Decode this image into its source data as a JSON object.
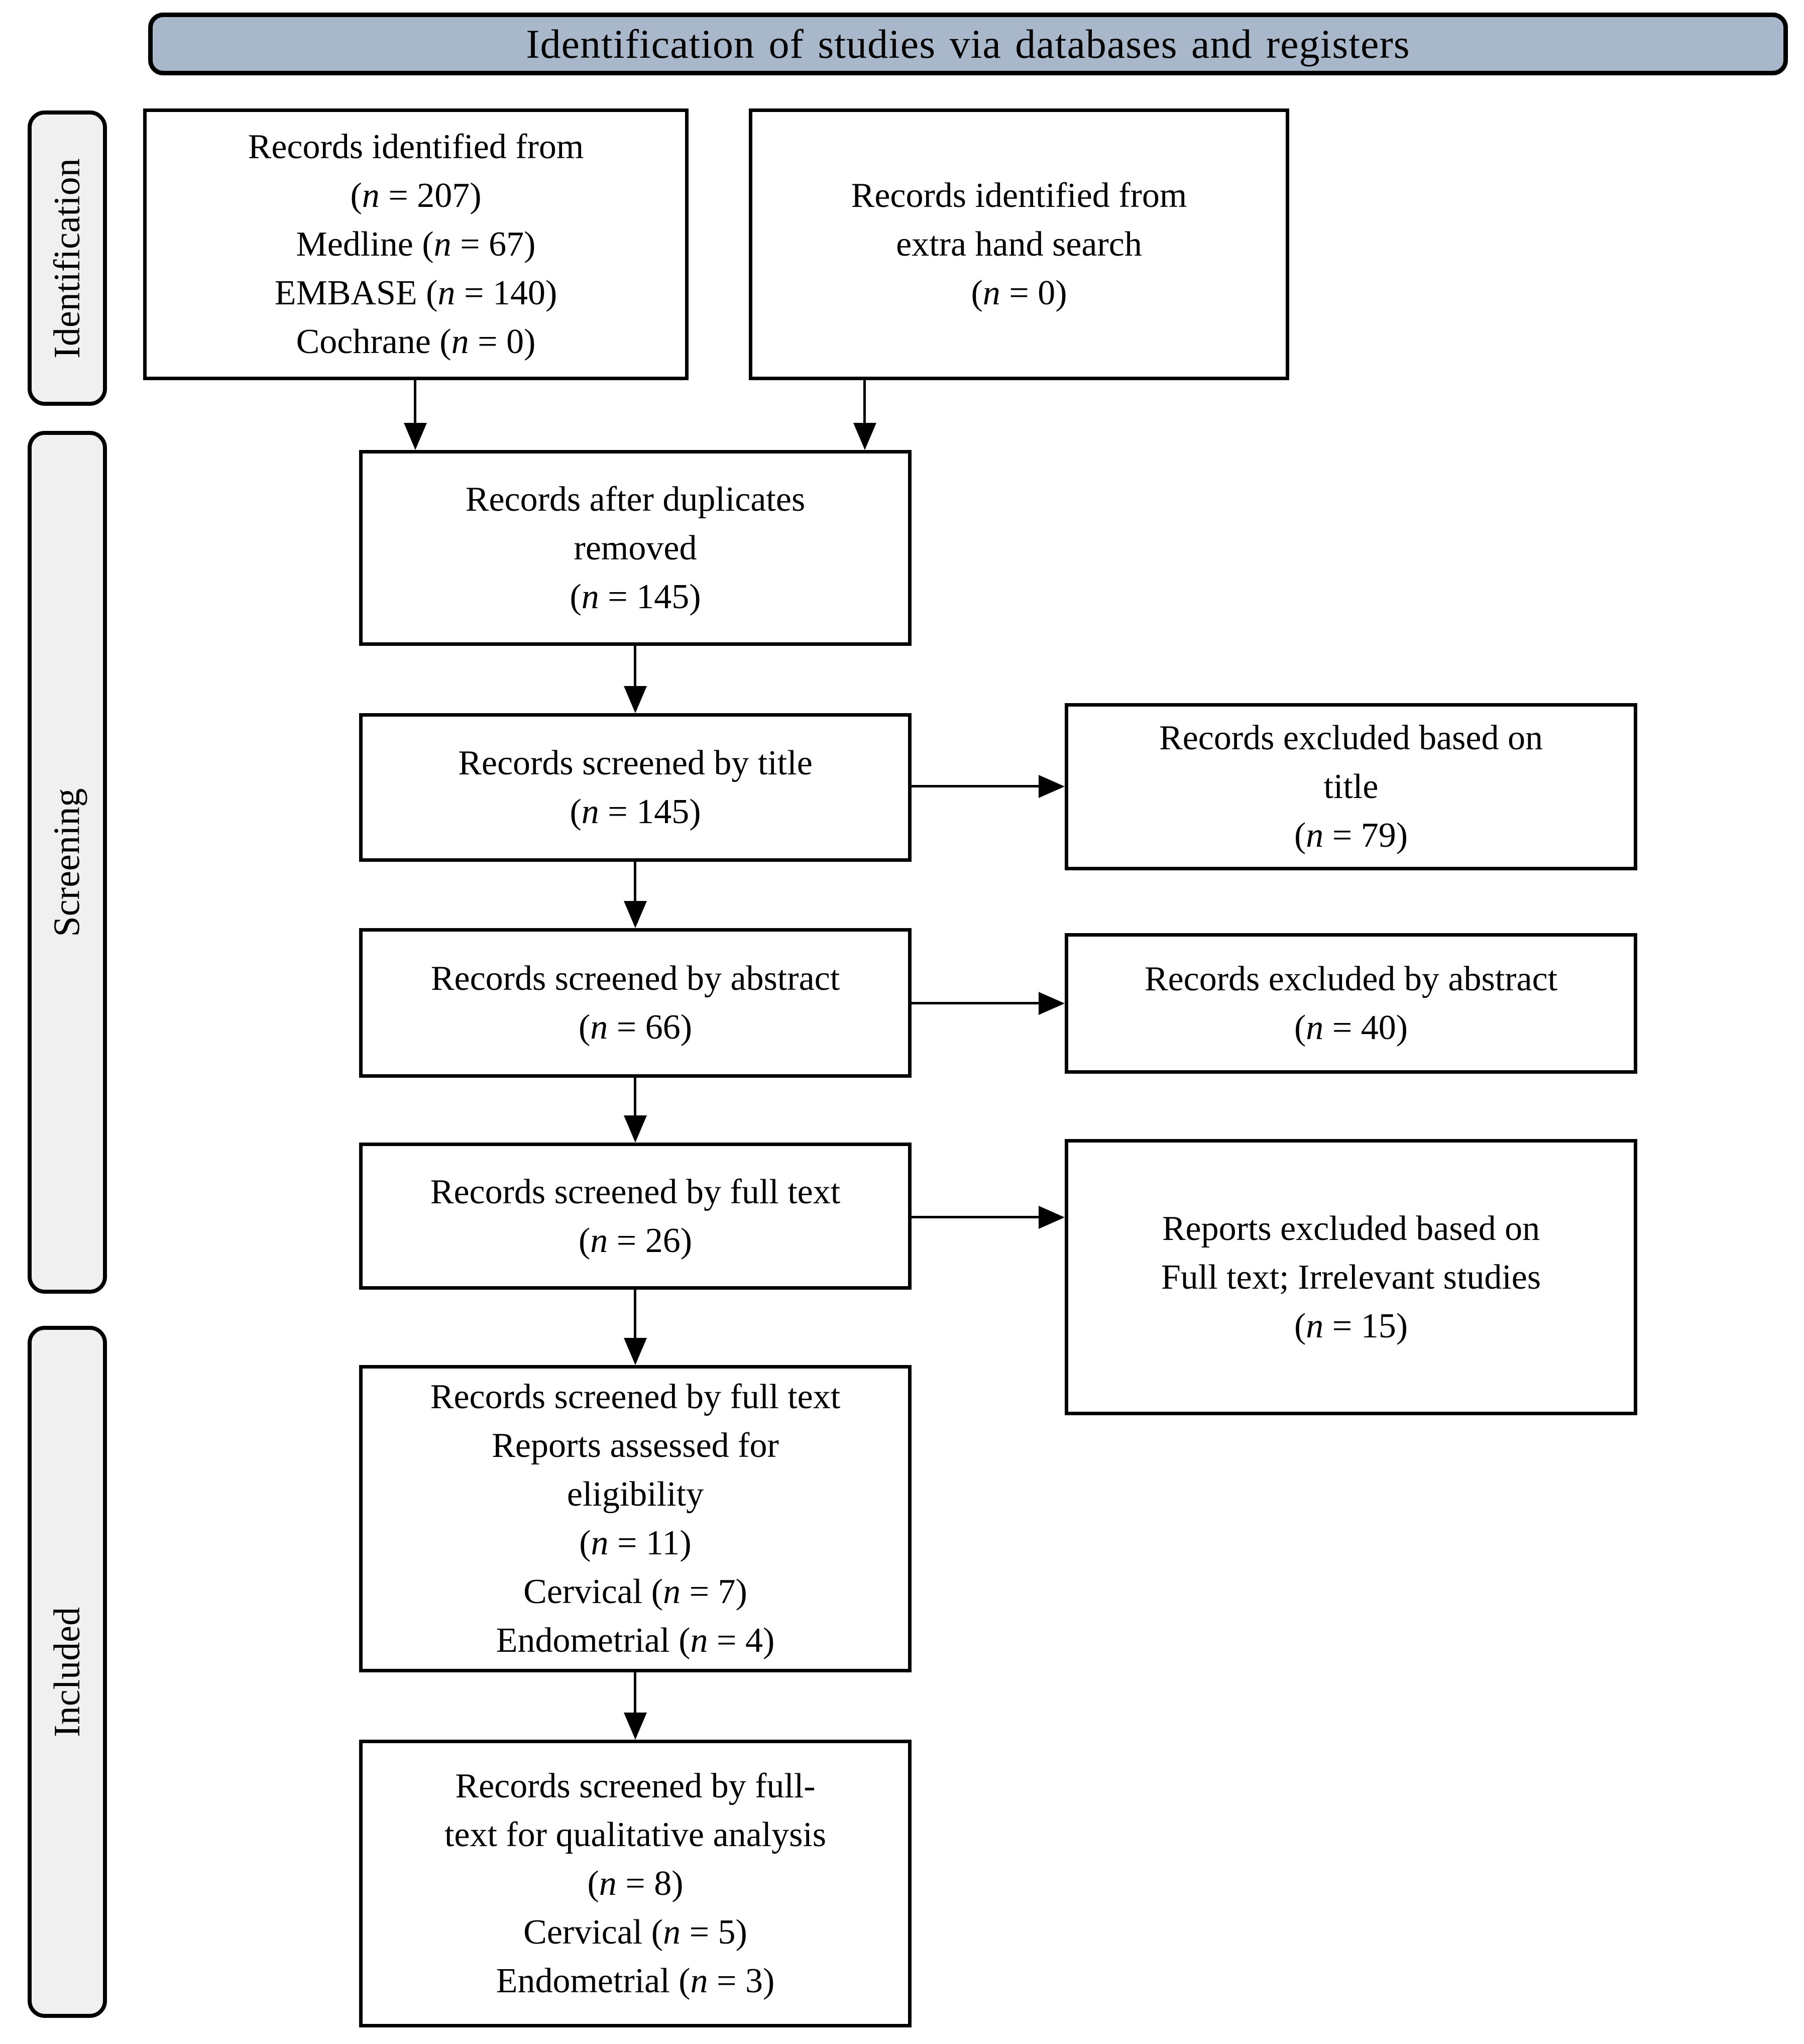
{
  "banner": {
    "label": "Identification of studies via databases and registers"
  },
  "sidebar": {
    "identification": {
      "label": "Identification"
    },
    "screening": {
      "label": "Screening"
    },
    "included": {
      "label": "Included"
    }
  },
  "boxes": {
    "identified_databases": {
      "lines": [
        "Records identified from",
        "(n = 207)",
        "Medline (n = 67)",
        "EMBASE (n = 140)",
        "Cochrane (n = 0)"
      ]
    },
    "identified_handsearch": {
      "lines": [
        "Records identified from",
        "extra hand search",
        "(n = 0)"
      ]
    },
    "duplicates_removed": {
      "lines": [
        "Records after duplicates",
        "removed",
        "(n = 145)"
      ]
    },
    "screened_title": {
      "lines": [
        "Records screened by title",
        "(n = 145)"
      ]
    },
    "excluded_title": {
      "lines": [
        "Records excluded based on",
        "title",
        "(n = 79)"
      ]
    },
    "screened_abstract": {
      "lines": [
        "Records screened by abstract",
        "(n = 66)"
      ]
    },
    "excluded_abstract": {
      "lines": [
        "Records excluded by abstract",
        "(n = 40)"
      ]
    },
    "screened_fulltext": {
      "lines": [
        "Records screened by full text",
        "(n = 26)"
      ]
    },
    "excluded_fulltext": {
      "lines": [
        "Reports excluded based on",
        "Full text; Irrelevant studies",
        "(n = 15)"
      ]
    },
    "assessed_eligibility": {
      "lines": [
        "Records screened by full text",
        "Reports assessed for",
        "eligibility",
        "(n = 11)",
        "Cervical (n = 7)",
        "Endometrial (n = 4)"
      ]
    },
    "qualitative_analysis": {
      "lines": [
        "Records screened by full-",
        "text for qualitative analysis",
        "(n = 8)",
        "Cervical (n = 5)",
        "Endometrial (n = 3)"
      ]
    }
  },
  "colors": {
    "banner_fill": "#a9b7ca",
    "sidebar_fill": "#f0f0f0",
    "box_fill": "#ffffff",
    "border": "#000000",
    "text": "#000000"
  }
}
